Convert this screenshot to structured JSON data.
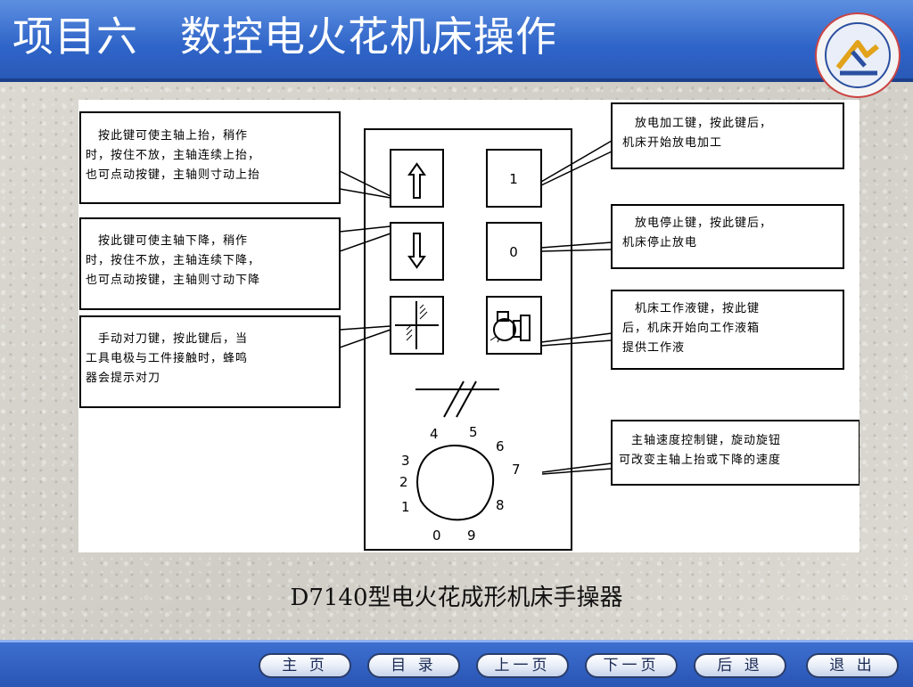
{
  "title": "项目六　数控电火花机床操作",
  "caption": "D7140型电火花成形机床手操器",
  "annotations": {
    "spindle_up": "　按此键可使主轴上抬，稍作\n时，按住不放，主轴连续上抬，\n也可点动按键，主轴则寸动上抬",
    "spindle_down": "　按此键可使主轴下降，稍作\n时，按住不放，主轴连续下降，\n也可点动按键，主轴则寸动下降",
    "tool_align": "　手动对刀键，按此键后，当\n工具电极与工件接触时，蜂鸣\n器会提示对刀",
    "discharge_start": "　放电加工键，按此键后，\n机床开始放电加工",
    "discharge_stop": "　放电停止键，按此键后，\n机床停止放电",
    "pump": "　机床工作液键，按此键\n后，机床开始向工作液箱\n提供工作液",
    "speed_knob": "　主轴速度控制键，旋动旋钮\n可改变主轴上抬或下降的速度"
  },
  "panel": {
    "key_start_label": "1",
    "key_stop_label": "0",
    "dial_numbers": [
      "0",
      "1",
      "2",
      "3",
      "4",
      "5",
      "6",
      "7",
      "8",
      "9"
    ]
  },
  "nav": {
    "home": "主 页",
    "contents": "目 录",
    "prev": "上一页",
    "next": "下一页",
    "back": "后 退",
    "exit": "退 出"
  },
  "colors": {
    "header_blue": "#2f64c8",
    "nav_blue": "#2955b4"
  }
}
